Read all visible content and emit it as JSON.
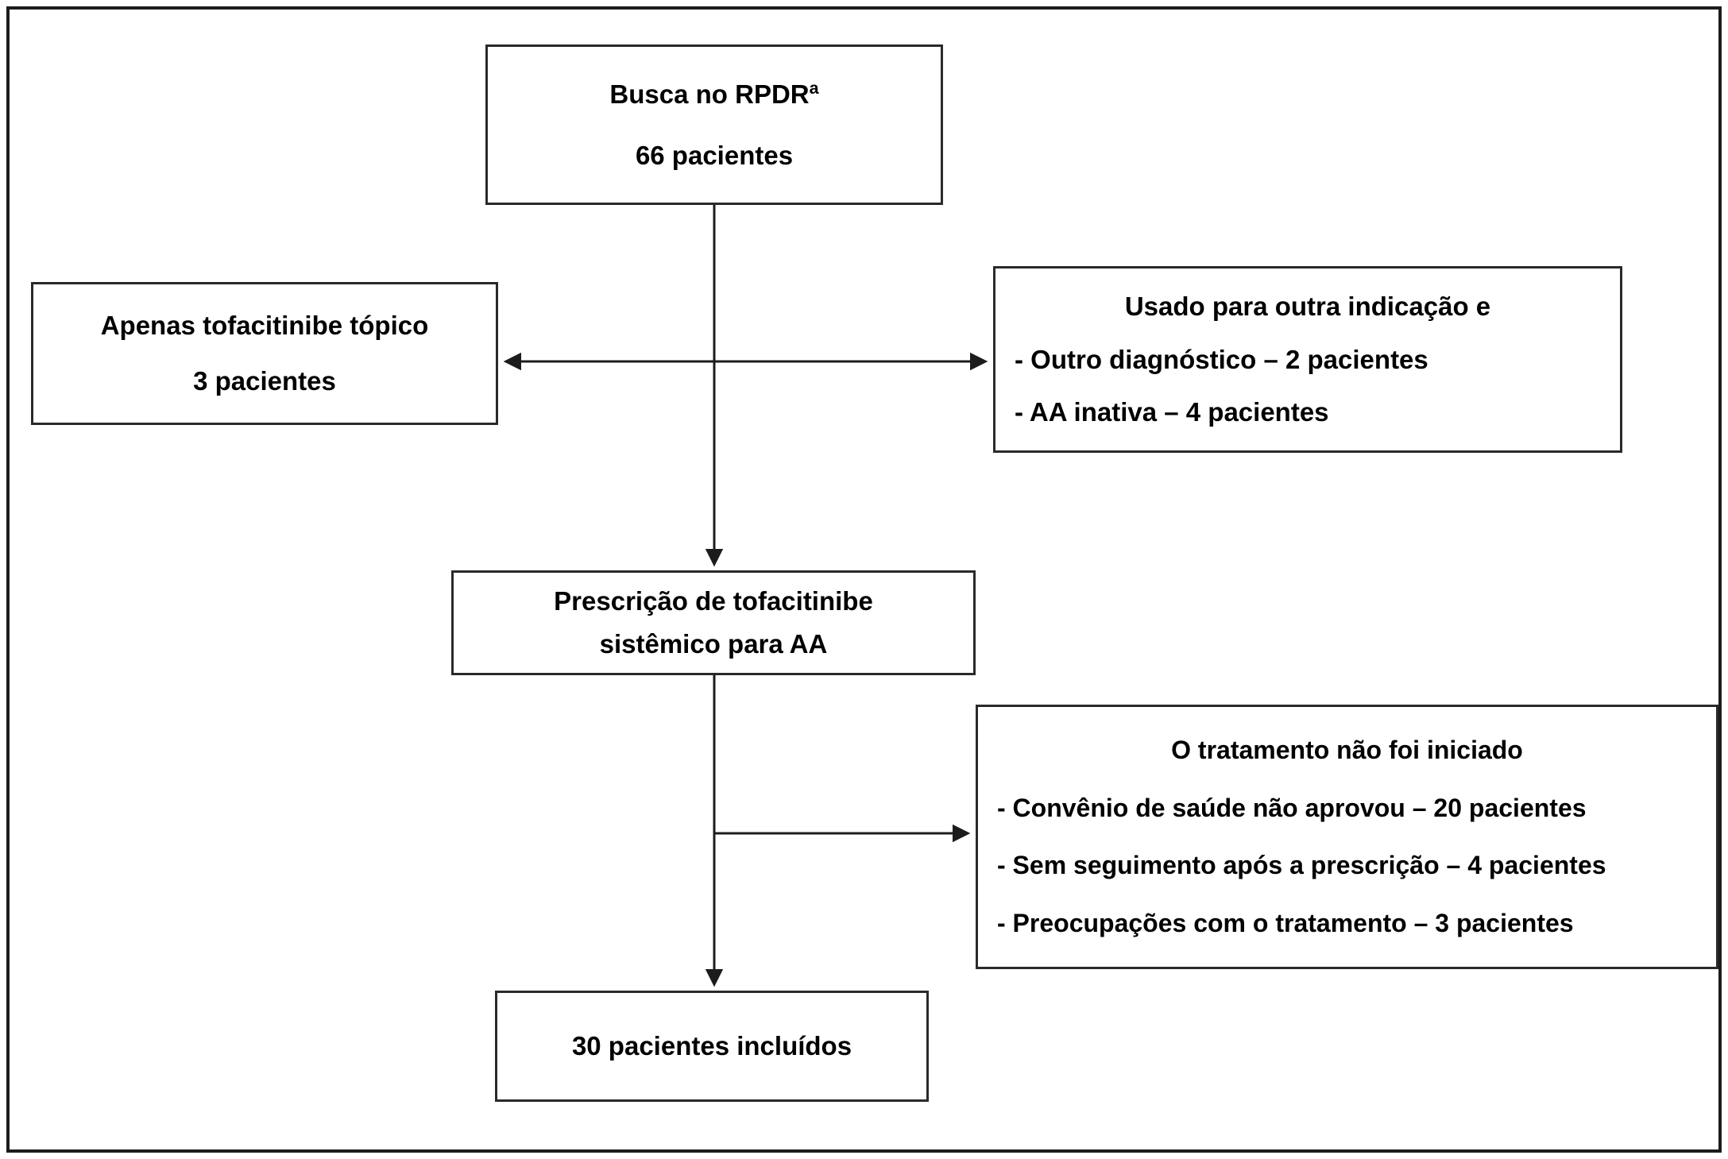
{
  "diagram": {
    "colors": {
      "border": "#2a2a2a",
      "frame": "#1c1c1c",
      "text": "#000000",
      "background": "#ffffff"
    },
    "boxes": {
      "top": {
        "title": "Busca no RPDR",
        "title_sup": "a",
        "count": "66 pacientes"
      },
      "left": {
        "title": "Apenas tofacitinibe tópico",
        "count": "3 pacientes"
      },
      "right_upper": {
        "title": "Usado para outra indicação e",
        "items": [
          "- Outro diagnóstico – 2 pacientes",
          "-  AA inativa – 4 pacientes"
        ]
      },
      "middle": {
        "line1": "Prescrição de tofacitinibe",
        "line2": "sistêmico para AA"
      },
      "right_lower": {
        "title": "O tratamento não foi iniciado",
        "items": [
          "- Convênio de saúde não aprovou – 20 pacientes",
          "- Sem seguimento após a prescrição – 4 pacientes",
          "-  Preocupações com o tratamento – 3 pacientes"
        ]
      },
      "bottom": {
        "title": "30 pacientes incluídos"
      }
    }
  }
}
